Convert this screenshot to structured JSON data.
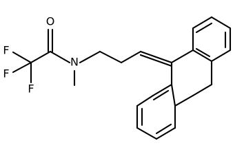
{
  "structure": {
    "atoms": {
      "o": "O",
      "f1": "F",
      "f2": "F",
      "f3": "F",
      "n": "N"
    }
  }
}
